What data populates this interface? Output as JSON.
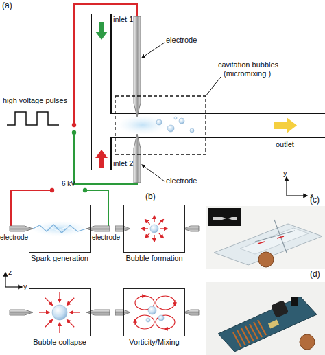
{
  "diagram": {
    "nodes": [
      {
        "text": [
          "Spark generation"
        ]
      },
      {
        "text": [
          "Bubble formation"
        ]
      },
      {
        "text": [
          "Bubble collapse"
        ]
      },
      {
        "text": [
          "Vorticity/Mixing"
        ]
      }
    ],
    "labels": [
      "(a)",
      "high voltage pulses",
      "inlet 1",
      "electrode",
      "cavitation bubbles",
      "(micromixing )",
      "outlet",
      "inlet 2",
      "electrode",
      "y",
      "x",
      "(b)",
      "6 kV",
      "electrode",
      "electrode",
      "z",
      "y",
      "(c)",
      "(d)"
    ]
  }
}
